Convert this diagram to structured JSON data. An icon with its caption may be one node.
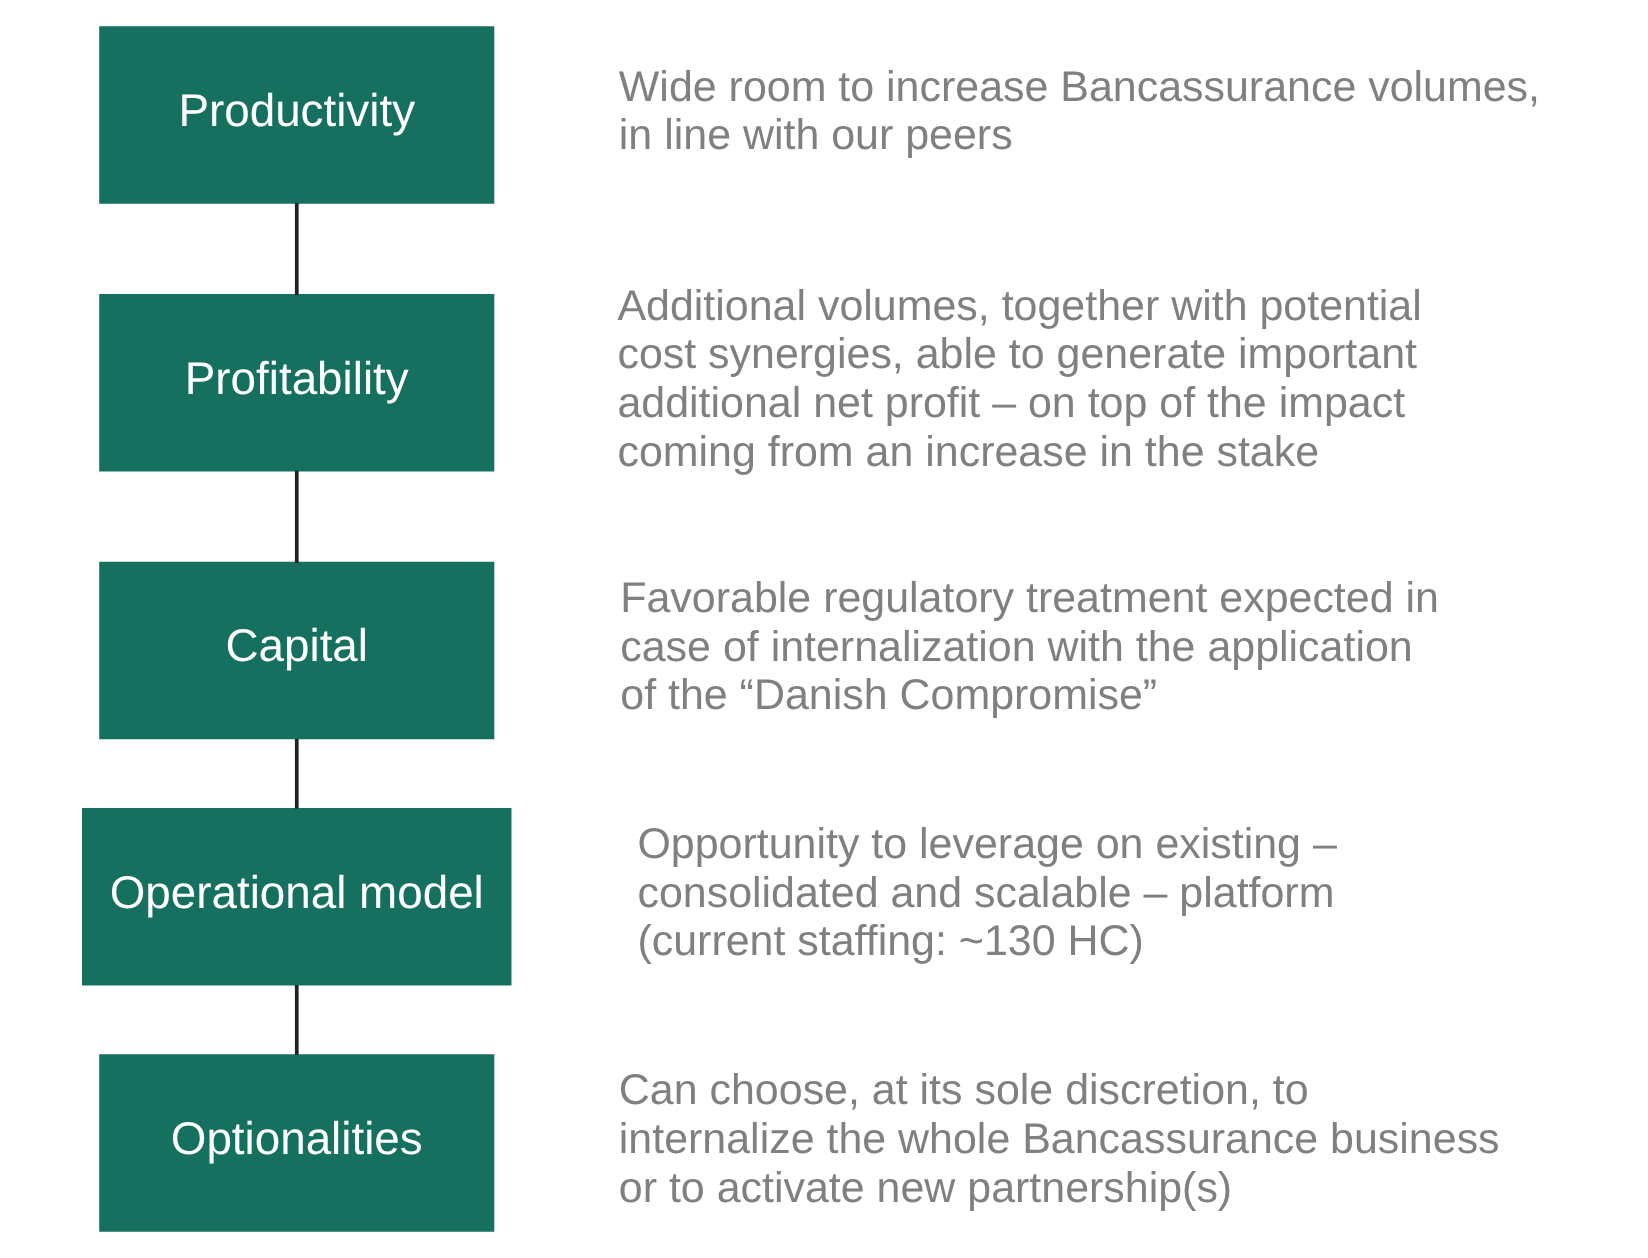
{
  "diagram": {
    "nodes": [
      {
        "text": [
          "Productivity"
        ],
        "beside": [
          "Wide room to increase Bancassurance volumes, in line with our peers"
        ]
      },
      {
        "text": [
          "Profitability"
        ],
        "beside": [
          "Additional volumes, together with potential cost synergies, able to generate important additional net profit – on top of the impact coming from an increase in the stake"
        ]
      },
      {
        "text": [
          "Capital"
        ],
        "beside": [
          "Favorable regulatory treatment expected in case of internalization with the application of the “Danish Compromise”"
        ]
      },
      {
        "text": [
          "Operational model"
        ],
        "beside": [
          "Opportunity to leverage on existing – consolidated and scalable – platform (current staffing: ~130 HC)"
        ]
      },
      {
        "text": [
          "Optionalities"
        ],
        "beside": [
          "Can choose, at its sole discretion, to internalize the whole Bancassurance business or to activate new partnership(s)"
        ]
      }
    ],
    "edges": [
      {
        "from": 0,
        "to": 1,
        "arrow": "none"
      },
      {
        "from": 1,
        "to": 2,
        "arrow": "none"
      },
      {
        "from": 2,
        "to": 3,
        "arrow": "none"
      },
      {
        "from": 3,
        "to": 4,
        "arrow": "none"
      }
    ]
  }
}
